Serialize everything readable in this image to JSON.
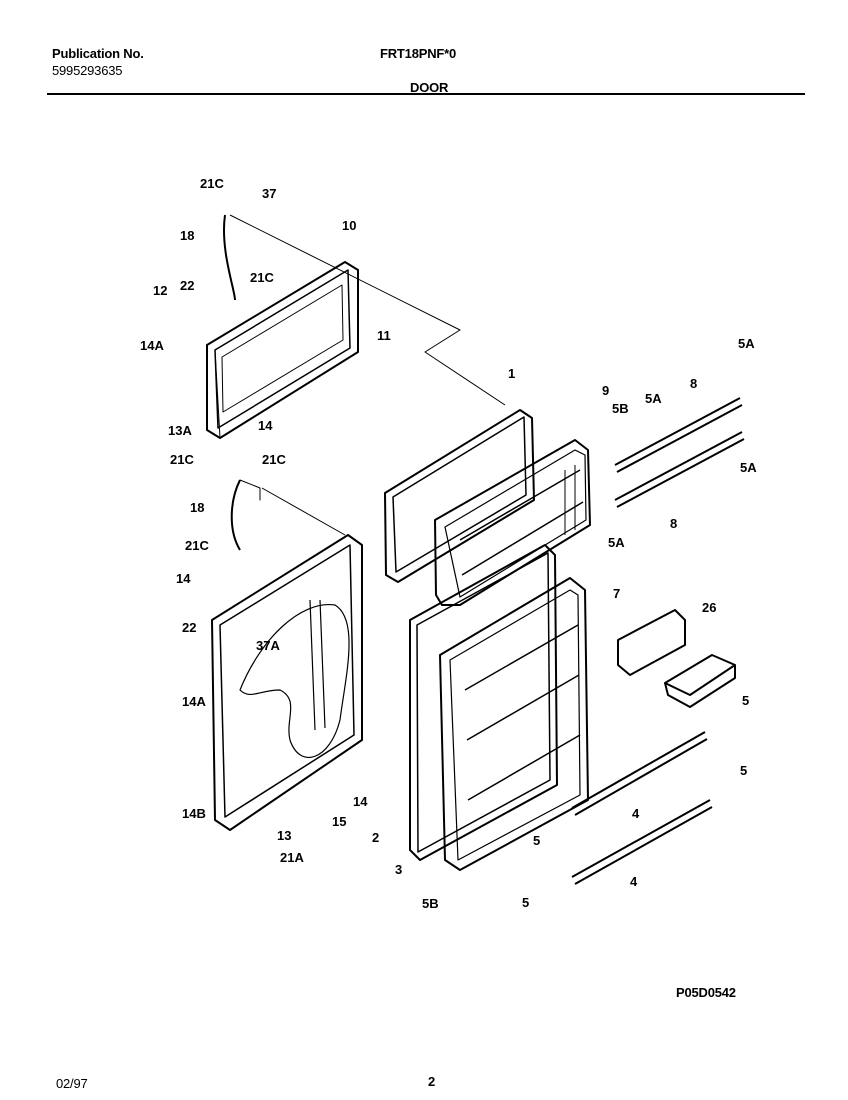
{
  "header": {
    "publication_label": "Publication No.",
    "publication_number": "5995293635",
    "model": "FRT18PNF*0",
    "section": "DOOR"
  },
  "diagram": {
    "code": "P05D0542",
    "callouts": [
      "21C",
      "37",
      "10",
      "18",
      "21C",
      "12",
      "22",
      "14A",
      "11",
      "13A",
      "14",
      "21C",
      "21C",
      "1",
      "9",
      "5B",
      "5A",
      "8",
      "5A",
      "5A",
      "5A",
      "8",
      "18",
      "21C",
      "14",
      "22",
      "37A",
      "14A",
      "14B",
      "14",
      "15",
      "13",
      "21A",
      "2",
      "3",
      "5B",
      "7",
      "26",
      "5",
      "5",
      "4",
      "4",
      "5",
      "5"
    ]
  },
  "footer": {
    "date": "02/97",
    "page": "2"
  }
}
